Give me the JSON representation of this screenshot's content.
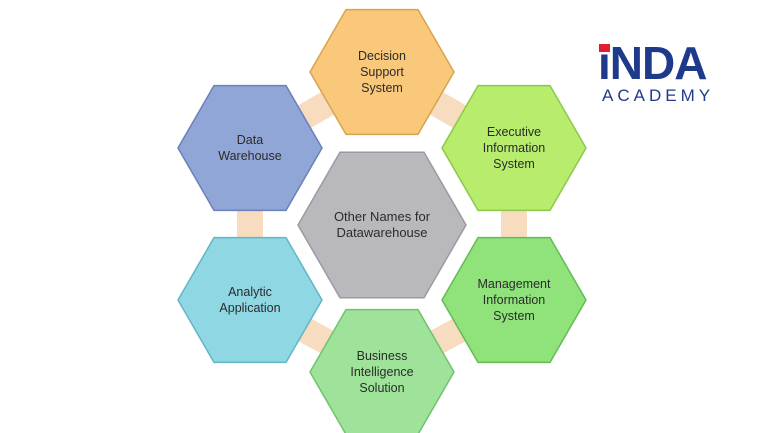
{
  "diagram": {
    "center": {
      "label": "Other Names for\nDatawarehouse",
      "fill": "#b9b9bd",
      "stroke": "#9a9aa0"
    },
    "nodes": [
      {
        "id": "decision-support-system",
        "label": "Decision\nSupport\nSystem",
        "fill": "#f9c87a",
        "stroke": "#d9a350"
      },
      {
        "id": "executive-information-system",
        "label": "Executive\nInformation\nSystem",
        "fill": "#b7ec6d",
        "stroke": "#8dc84a"
      },
      {
        "id": "management-information-system",
        "label": "Management\nInformation\nSystem",
        "fill": "#8fe37a",
        "stroke": "#64bb55"
      },
      {
        "id": "business-intelligence-solution",
        "label": "Business\nIntelligence\nSolution",
        "fill": "#9fe39a",
        "stroke": "#70c270"
      },
      {
        "id": "analytic-application",
        "label": "Analytic\nApplication",
        "fill": "#8fd7e3",
        "stroke": "#63b5c6"
      },
      {
        "id": "data-warehouse",
        "label": "Data\nWarehouse",
        "fill": "#8fa6d6",
        "stroke": "#6a80b8"
      }
    ],
    "connector_color": "#f8dcc0"
  },
  "logo": {
    "word": "iNDA",
    "sub": "ACADEMY",
    "accent": "#e11d2e",
    "brand": "#1f3a8a"
  }
}
